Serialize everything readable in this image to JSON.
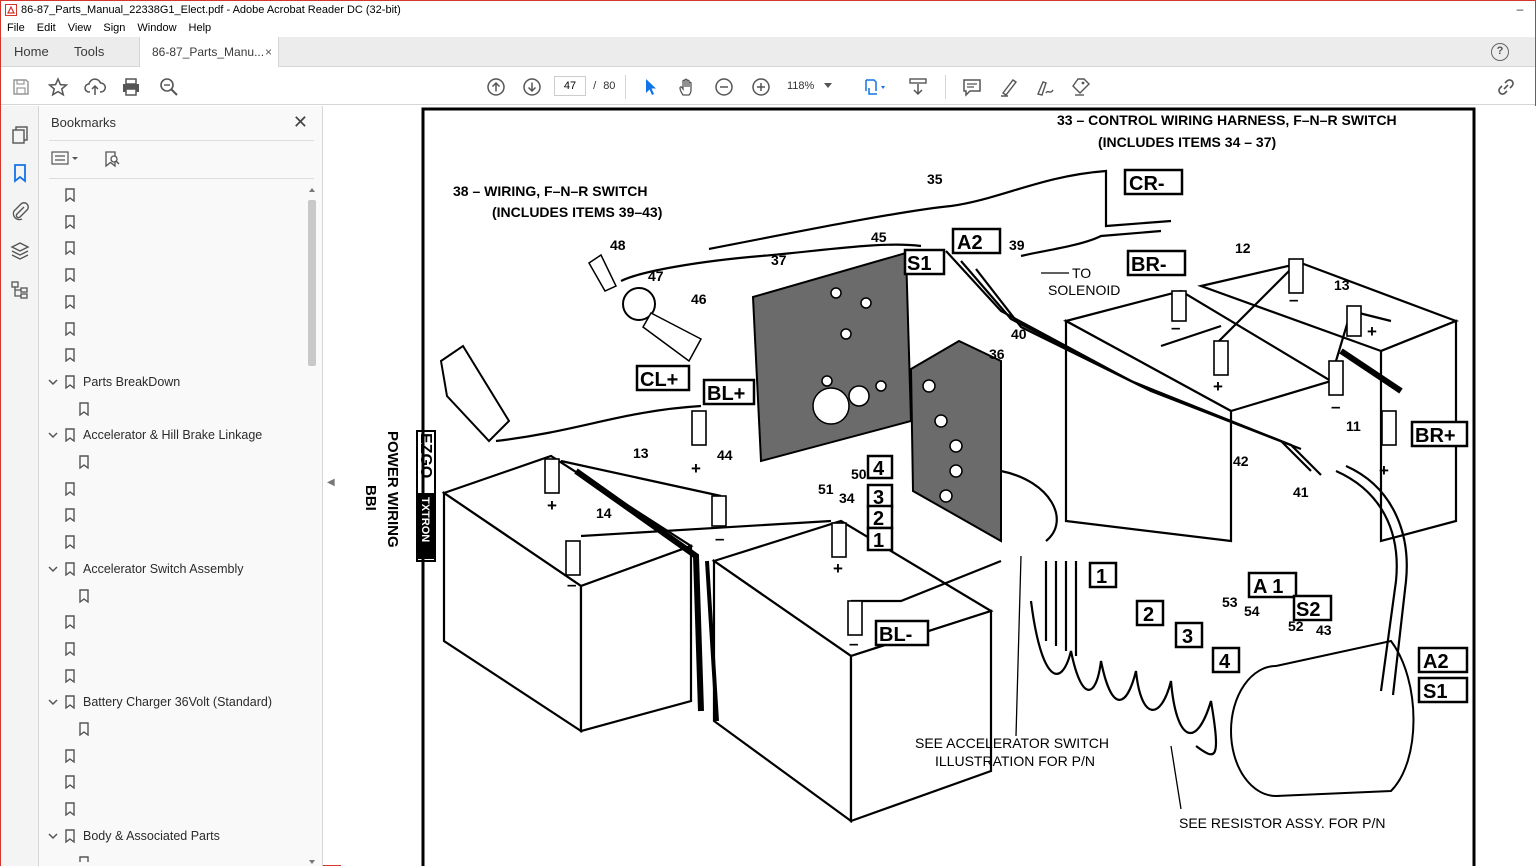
{
  "window": {
    "title": "86-87_Parts_Manual_22338G1_Elect.pdf - Adobe Acrobat Reader DC (32-bit)"
  },
  "menu": [
    "File",
    "Edit",
    "View",
    "Sign",
    "Window",
    "Help"
  ],
  "tabs": {
    "home": "Home",
    "tools": "Tools",
    "document": "86-87_Parts_Manu...",
    "close": "×",
    "help": "?"
  },
  "toolbar": {
    "page_current": "47",
    "page_separator": "/",
    "page_total": "80",
    "zoom": "118%"
  },
  "bookmarks": {
    "title": "Bookmarks",
    "close": "✕",
    "items": [
      {
        "label": "",
        "level": 1,
        "chevron": false
      },
      {
        "label": "",
        "level": 1,
        "chevron": false
      },
      {
        "label": "",
        "level": 1,
        "chevron": false
      },
      {
        "label": "",
        "level": 1,
        "chevron": false
      },
      {
        "label": "",
        "level": 1,
        "chevron": false
      },
      {
        "label": "",
        "level": 1,
        "chevron": false
      },
      {
        "label": "",
        "level": 1,
        "chevron": false
      },
      {
        "label": "Parts BreakDown",
        "level": 1,
        "chevron": true
      },
      {
        "label": "",
        "level": 2,
        "chevron": false
      },
      {
        "label": "Accelerator & Hill Brake Linkage",
        "level": 1,
        "chevron": true
      },
      {
        "label": "",
        "level": 2,
        "chevron": false
      },
      {
        "label": "",
        "level": 1,
        "chevron": false
      },
      {
        "label": "",
        "level": 1,
        "chevron": false
      },
      {
        "label": "",
        "level": 1,
        "chevron": false
      },
      {
        "label": "Accelerator Switch Assembly",
        "level": 1,
        "chevron": true
      },
      {
        "label": "",
        "level": 2,
        "chevron": false
      },
      {
        "label": "",
        "level": 1,
        "chevron": false
      },
      {
        "label": "",
        "level": 1,
        "chevron": false
      },
      {
        "label": "",
        "level": 1,
        "chevron": false
      },
      {
        "label": "Battery Charger 36Volt (Standard)",
        "level": 1,
        "chevron": true
      },
      {
        "label": "",
        "level": 2,
        "chevron": false
      },
      {
        "label": "",
        "level": 1,
        "chevron": false
      },
      {
        "label": "",
        "level": 1,
        "chevron": false
      },
      {
        "label": "",
        "level": 1,
        "chevron": false
      },
      {
        "label": "Body & Associated Parts",
        "level": 1,
        "chevron": true
      },
      {
        "label": "",
        "level": 2,
        "chevron": false
      }
    ]
  },
  "diagram": {
    "header_33_line1": "33 – CONTROL WIRING HARNESS, F–N–R SWITCH",
    "header_33_line2": "(INCLUDES ITEMS 34 – 37)",
    "header_38_line1": "38 – WIRING, F–N–R SWITCH",
    "header_38_line2": "(INCLUDES ITEMS 39–43)",
    "side_brand": "EZGO",
    "side_model": "TXTRON",
    "side_title": "POWER WIRING",
    "side_code": "BBI",
    "to_solenoid_1": "TO",
    "to_solenoid_2": "SOLENOID",
    "note_accel_1": "SEE ACCELERATOR SWITCH",
    "note_accel_2": "ILLUSTRATION FOR P/N",
    "note_resistor": "SEE RESISTOR ASSY. FOR P/N",
    "tags": {
      "cr_minus": "CR-",
      "br_minus": "BR-",
      "a2_top": "A2",
      "s1_top": "S1",
      "cl_plus": "CL+",
      "bl_plus": "BL+",
      "br_plus": "BR+",
      "bl_minus": "BL-",
      "a1": "A 1",
      "s2": "S2",
      "a2_right": "A2",
      "s1_right": "S1",
      "n4": "4",
      "n3": "3",
      "n2": "2",
      "n1": "1",
      "r1": "1",
      "r2": "2",
      "r3": "3",
      "r4": "4"
    },
    "callouts": {
      "c35": "35",
      "c45": "45",
      "c39": "39",
      "c12": "12",
      "c13a": "13",
      "c48": "48",
      "c47": "47",
      "c37": "37",
      "c46": "46",
      "c40": "40",
      "c36": "36",
      "c44": "44",
      "c13b": "13",
      "c50": "50",
      "c51": "51",
      "c34": "34",
      "c11": "11",
      "c42": "42",
      "c41": "41",
      "c14": "14",
      "c53": "53",
      "c54": "54",
      "c52": "52",
      "c43": "43"
    },
    "signs": {
      "p1": "+",
      "p2": "+",
      "p3": "+",
      "p4": "+",
      "p5": "+",
      "p6": "+",
      "m1": "–",
      "m2": "–",
      "m3": "–",
      "m4": "–",
      "m5": "–",
      "m6": "–"
    }
  }
}
